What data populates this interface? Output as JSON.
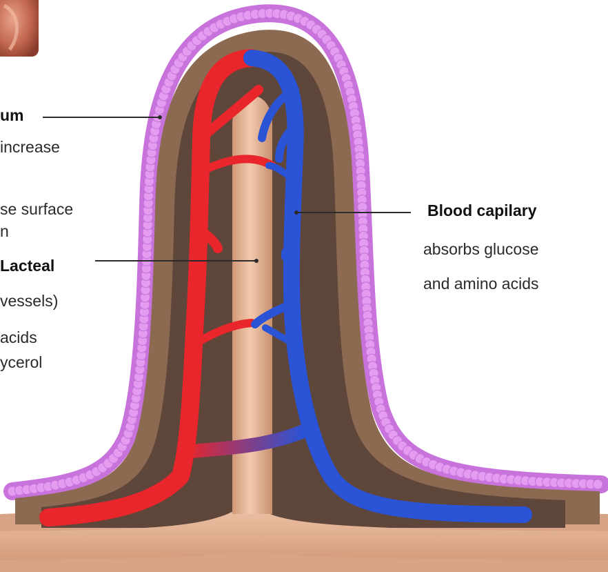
{
  "labels": {
    "epithelium_title": "um",
    "epithelium_desc_1": "increase",
    "microvilli_desc_1": "se surface",
    "microvilli_desc_2": "n",
    "lacteal_title": "Lacteal",
    "lacteal_desc_1": "vessels)",
    "lacteal_desc_2": "acids",
    "lacteal_desc_3": "ycerol",
    "blood_title": "Blood capilary",
    "blood_desc_1": "absorbs glucose",
    "blood_desc_2": "and amino acids"
  },
  "colors": {
    "microvilli": "#e39cf0",
    "microvilli_dark": "#c873dc",
    "tissue_outer": "#8c6a52",
    "tissue_inner": "#5e463a",
    "lacteal": "#e6b89a",
    "artery": "#e8262b",
    "vein": "#2a53d6",
    "leader_line": "#2b2b2b"
  },
  "icons": {
    "corner_thumbnail": "intestine-thumbnail-icon"
  }
}
